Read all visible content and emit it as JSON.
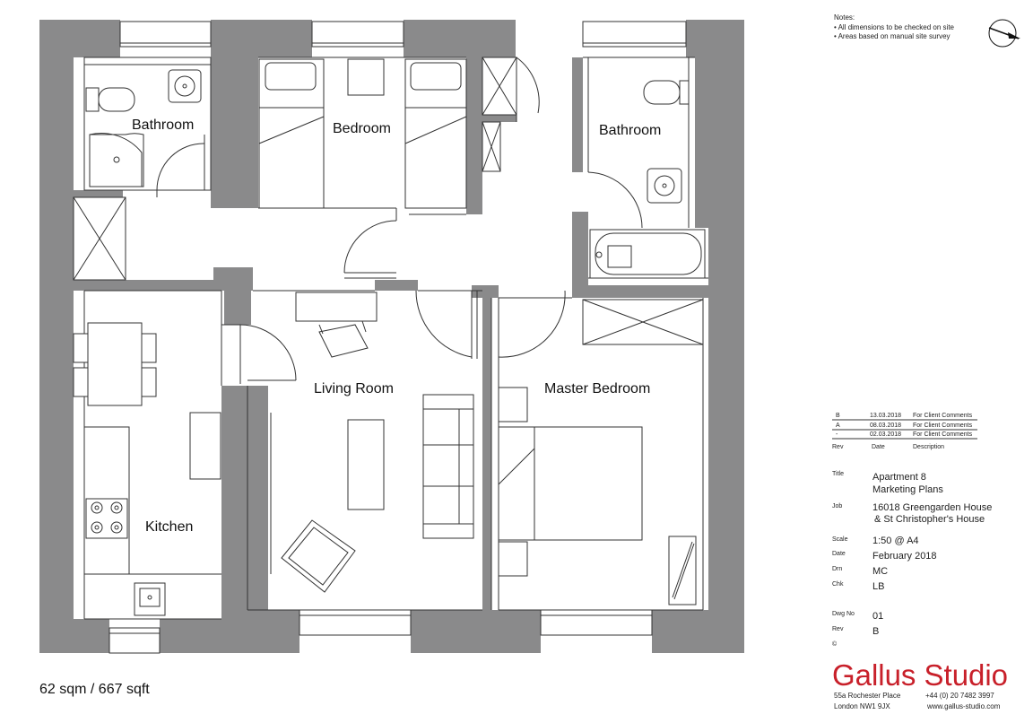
{
  "rooms": {
    "bathroom_left": "Bathroom",
    "bedroom": "Bedroom",
    "bathroom_right": "Bathroom",
    "living_room": "Living Room",
    "master_bedroom": "Master Bedroom",
    "kitchen": "Kitchen"
  },
  "area": "62 sqm / 667 sqft",
  "notes": {
    "heading": "Notes:",
    "items": [
      "• All dimensions to be checked on site",
      "• Areas based on manual site survey"
    ]
  },
  "revisions": {
    "rows": [
      {
        "rev": "B",
        "date": "13.03.2018",
        "description": "For Client Comments"
      },
      {
        "rev": "A",
        "date": "08.03.2018",
        "description": "For Client Comments"
      },
      {
        "rev": "-",
        "date": "02.03.2018",
        "description": "For Client Comments"
      }
    ],
    "headers": {
      "rev": "Rev",
      "date": "Date",
      "description": "Description"
    }
  },
  "titleblock": {
    "title_label": "Title",
    "title_lines": [
      "Apartment 8",
      "Marketing Plans"
    ],
    "job_label": "Job",
    "job_lines": [
      "16018 Greengarden House",
      "& St Christopher's House"
    ],
    "scale_label": "Scale",
    "scale": "1:50 @ A4",
    "date_label": "Date",
    "date": "February 2018",
    "drawn_label": "Drn",
    "drawn": "MC",
    "checked_label": "Chk",
    "checked": "LB",
    "dwg_label": "Dwg No",
    "dwg": "01",
    "rev_label": "Rev",
    "rev": "B",
    "copyright": "©"
  },
  "brand": {
    "name": "Gallus Studio",
    "address1": "55a Rochester Place",
    "phone": "+44 (0) 20 7482 3997",
    "address2": "London NW1 9JX",
    "web": "www.gallus-studio.com",
    "color": "#c8202a"
  },
  "icons": {
    "north": "north-arrow-icon"
  }
}
